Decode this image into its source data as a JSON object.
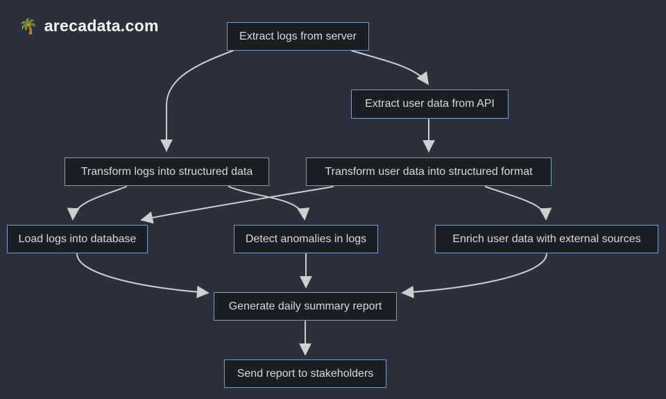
{
  "brand": {
    "logo_icon": "palm-tree",
    "logo_emoji": "🌴",
    "name": "arecadata.com"
  },
  "diagram": {
    "type": "flowchart",
    "direction": "top-down",
    "nodes": [
      {
        "id": "extract_logs",
        "label": "Extract logs from server"
      },
      {
        "id": "extract_user",
        "label": "Extract user data from API"
      },
      {
        "id": "transform_logs",
        "label": "Transform logs into structured data"
      },
      {
        "id": "transform_user",
        "label": "Transform user data into structured format"
      },
      {
        "id": "load_logs",
        "label": "Load logs into database"
      },
      {
        "id": "detect_anomalies",
        "label": "Detect anomalies in logs"
      },
      {
        "id": "enrich_user",
        "label": "Enrich user data with external sources"
      },
      {
        "id": "generate_report",
        "label": "Generate daily summary report"
      },
      {
        "id": "send_report",
        "label": "Send report to stakeholders"
      }
    ],
    "edges": [
      {
        "from": "extract_logs",
        "to": "transform_logs"
      },
      {
        "from": "extract_logs",
        "to": "extract_user"
      },
      {
        "from": "extract_user",
        "to": "transform_user"
      },
      {
        "from": "transform_logs",
        "to": "load_logs"
      },
      {
        "from": "transform_logs",
        "to": "detect_anomalies"
      },
      {
        "from": "transform_user",
        "to": "load_logs"
      },
      {
        "from": "transform_user",
        "to": "enrich_user"
      },
      {
        "from": "load_logs",
        "to": "generate_report"
      },
      {
        "from": "detect_anomalies",
        "to": "generate_report"
      },
      {
        "from": "enrich_user",
        "to": "generate_report"
      },
      {
        "from": "generate_report",
        "to": "send_report"
      }
    ],
    "colors": {
      "background": "#2c303c",
      "node_fill": "#1b1e25",
      "node_border": "#7e9dc0",
      "node_text": "#d9d9d9",
      "edge": "#cfcfcf",
      "logo_text": "#f7f7f7"
    }
  }
}
